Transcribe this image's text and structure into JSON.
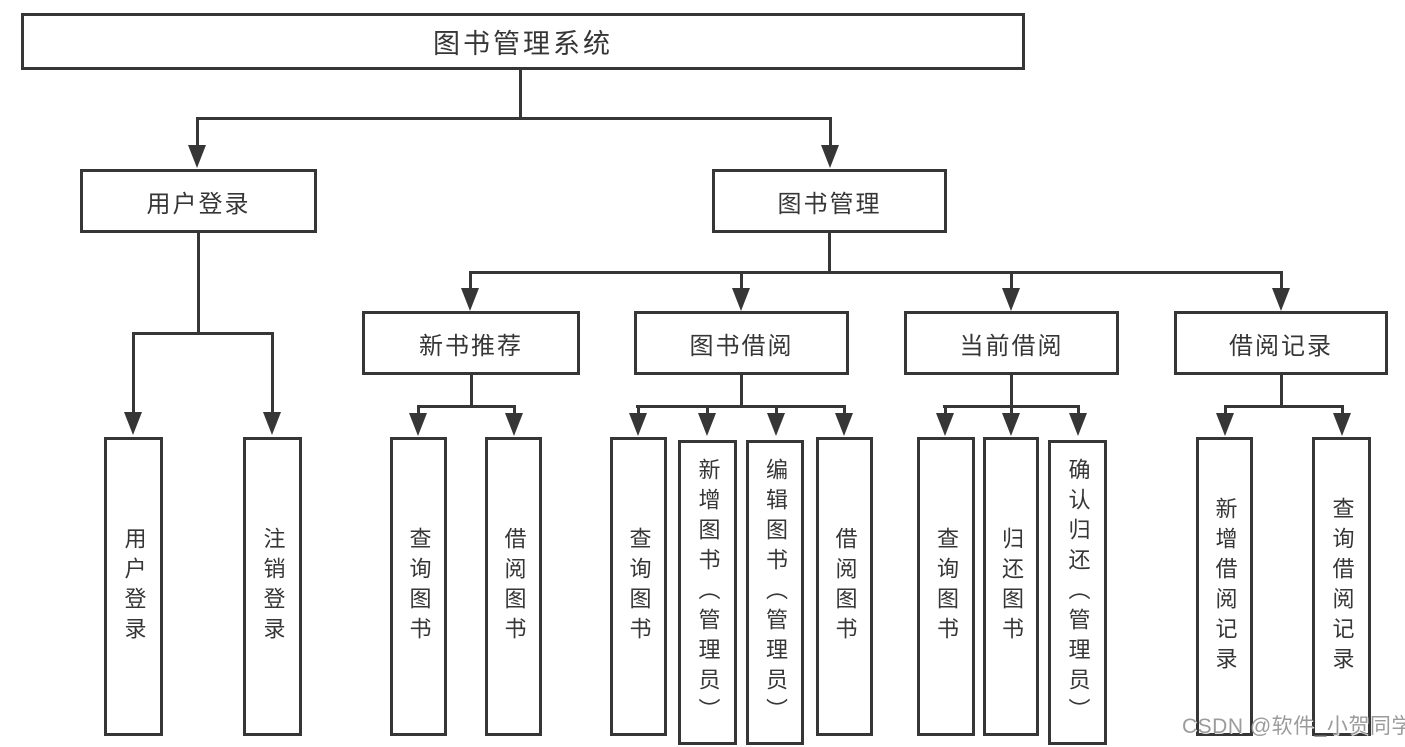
{
  "tree": {
    "root": {
      "label": "图书管理系统"
    },
    "branches": [
      {
        "label": "用户登录",
        "children": [
          {
            "label": "用户登录"
          },
          {
            "label": "注销登录"
          }
        ]
      },
      {
        "label": "图书管理",
        "children": [
          {
            "label": "新书推荐",
            "children": [
              {
                "label": "查询图书"
              },
              {
                "label": "借阅图书"
              }
            ]
          },
          {
            "label": "图书借阅",
            "children": [
              {
                "label": "查询图书"
              },
              {
                "label": "新增图书（管理员）"
              },
              {
                "label": "编辑图书（管理员）"
              },
              {
                "label": "借阅图书"
              }
            ]
          },
          {
            "label": "当前借阅",
            "children": [
              {
                "label": "查询图书"
              },
              {
                "label": "归还图书"
              },
              {
                "label": "确认归还（管理员）"
              }
            ]
          },
          {
            "label": "借阅记录",
            "children": [
              {
                "label": "新增借阅记录"
              },
              {
                "label": "查询借阅记录"
              }
            ]
          }
        ]
      }
    ]
  },
  "watermark": {
    "text": "CSDN @软件_小贺同学"
  },
  "colors": {
    "line": "#363636",
    "text": "#363636",
    "background": "#ffffff",
    "watermark": "#9b9b9b"
  }
}
